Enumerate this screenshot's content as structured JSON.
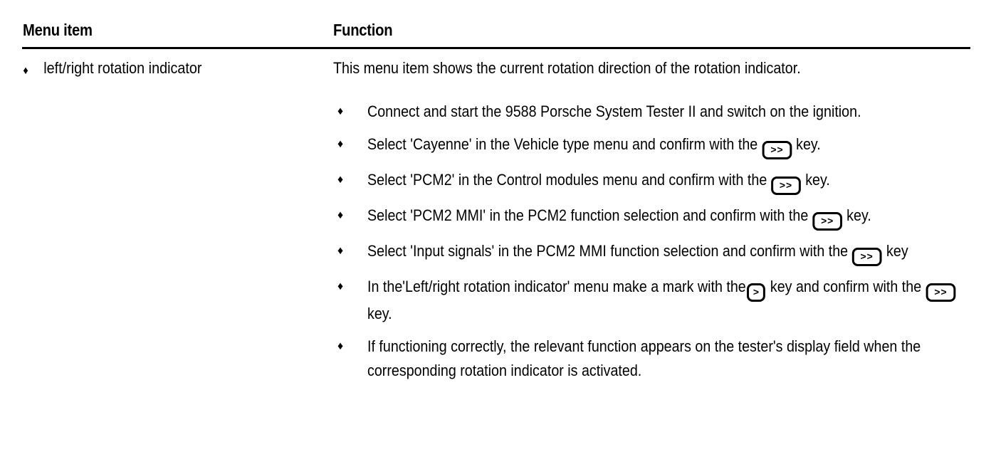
{
  "table": {
    "headers": {
      "menu_item": "Menu item",
      "function": "Function"
    },
    "menu_entries": [
      {
        "label": "left/right rotation indicator"
      }
    ],
    "function_cell": {
      "intro": "This menu item shows the current rotation direction of the rotation indicator.",
      "steps": [
        {
          "id": "step-connect-tester",
          "parts": [
            {
              "type": "text",
              "value": "Connect and start the 9588 Porsche System Tester II and switch on the ignition."
            }
          ]
        },
        {
          "id": "step-select-cayenne",
          "parts": [
            {
              "type": "text",
              "value": "Select 'Cayenne' in the Vehicle type menu and confirm with the "
            },
            {
              "type": "key",
              "value": ">>"
            },
            {
              "type": "text",
              "value": " key."
            }
          ]
        },
        {
          "id": "step-select-pcm2",
          "parts": [
            {
              "type": "text",
              "value": "Select 'PCM2' in the Control modules menu and confirm with the "
            },
            {
              "type": "key",
              "value": ">>"
            },
            {
              "type": "text",
              "value": " key."
            }
          ]
        },
        {
          "id": "step-select-pcm2-mmi",
          "parts": [
            {
              "type": "text",
              "value": "Select 'PCM2 MMI' in the PCM2 function selection and confirm with the "
            },
            {
              "type": "key",
              "value": ">>"
            },
            {
              "type": "text",
              "value": " key."
            }
          ]
        },
        {
          "id": "step-select-input-signals",
          "parts": [
            {
              "type": "text",
              "value": "Select 'Input signals' in the PCM2 MMI function selection and confirm with the "
            },
            {
              "type": "key",
              "value": ">>"
            },
            {
              "type": "text",
              "value": " key"
            }
          ]
        },
        {
          "id": "step-mark-rotation-indicator",
          "parts": [
            {
              "type": "text",
              "value": "In the'Left/right rotation indicator' menu make a mark with the"
            },
            {
              "type": "key",
              "value": ">"
            },
            {
              "type": "text",
              "value": " key and confirm with the "
            },
            {
              "type": "key",
              "value": ">>"
            },
            {
              "type": "text",
              "value": " key."
            }
          ]
        },
        {
          "id": "step-verify-display",
          "parts": [
            {
              "type": "text",
              "value": "If functioning correctly, the relevant function appears on the tester's display field when the corresponding rotation indicator is activated."
            }
          ]
        }
      ]
    }
  },
  "style": {
    "text_color": "#000000",
    "background_color": "#ffffff",
    "rule_color": "#000000"
  }
}
